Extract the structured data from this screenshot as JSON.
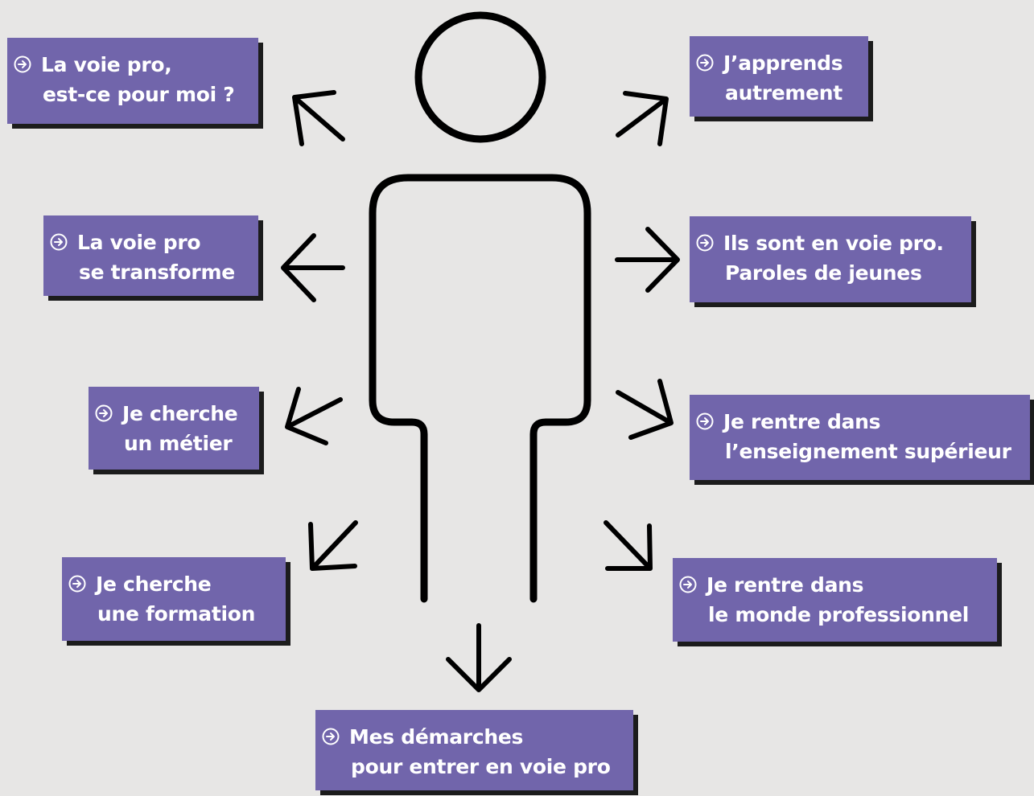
{
  "colors": {
    "background": "#e7e6e5",
    "card": "#7165ab",
    "card_shadow": "#1c1c1c",
    "text": "#ffffff",
    "stroke": "#000000"
  },
  "icons": {
    "card": "circled-right-arrow-icon",
    "figure": "person-outline-icon"
  },
  "cards": {
    "voie_pro_pour_moi": [
      "La voie pro,",
      "est-ce pour moi ?"
    ],
    "apprends_autrement": [
      "J’apprends",
      "autrement"
    ],
    "voie_pro_transforme": [
      "La voie pro",
      "se transforme"
    ],
    "paroles_de_jeunes": [
      "Ils sont en voie pro.",
      "Paroles de jeunes"
    ],
    "cherche_metier": [
      "Je cherche",
      "un métier"
    ],
    "enseignement_superieur": [
      "Je rentre dans",
      "l’enseignement supérieur"
    ],
    "cherche_formation": [
      "Je cherche",
      "une formation"
    ],
    "monde_professionnel": [
      "Je rentre dans",
      "le monde professionnel"
    ],
    "mes_demarches": [
      "Mes démarches",
      "pour entrer en voie pro"
    ]
  }
}
